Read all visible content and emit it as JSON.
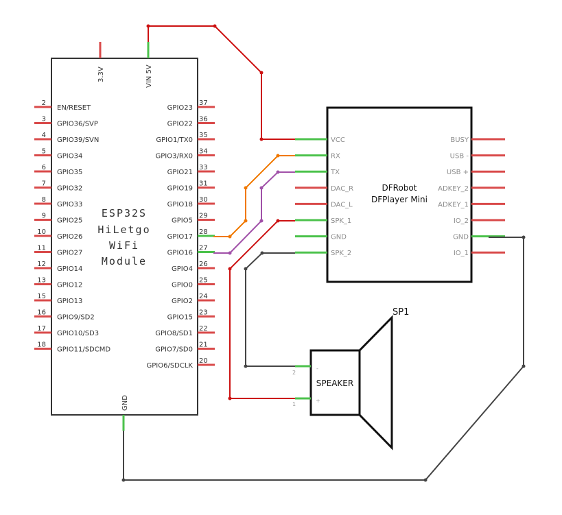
{
  "esp32": {
    "title_lines": [
      "ESP32S",
      "HiLetgo",
      "WiFi",
      "Module"
    ],
    "top_pins": [
      {
        "label": "3.3V",
        "connected": false
      },
      {
        "label": "VIN 5V",
        "connected": true
      }
    ],
    "bottom_pin": {
      "label": "GND",
      "connected": true
    },
    "left_pins": [
      {
        "num": "2",
        "label": "EN/RESET"
      },
      {
        "num": "3",
        "label": "GPIO36/SVP"
      },
      {
        "num": "4",
        "label": "GPIO39/SVN"
      },
      {
        "num": "5",
        "label": "GPIO34"
      },
      {
        "num": "6",
        "label": "GPIO35"
      },
      {
        "num": "7",
        "label": "GPIO32"
      },
      {
        "num": "8",
        "label": "GPIO33"
      },
      {
        "num": "9",
        "label": "GPIO25"
      },
      {
        "num": "10",
        "label": "GPIO26"
      },
      {
        "num": "11",
        "label": "GPIO27"
      },
      {
        "num": "12",
        "label": "GPIO14"
      },
      {
        "num": "13",
        "label": "GPIO12"
      },
      {
        "num": "15",
        "label": "GPIO13"
      },
      {
        "num": "16",
        "label": "GPIO9/SD2"
      },
      {
        "num": "17",
        "label": "GPIO10/SD3"
      },
      {
        "num": "18",
        "label": "GPIO11/SDCMD"
      }
    ],
    "right_pins": [
      {
        "num": "37",
        "label": "GPIO23",
        "connected": false
      },
      {
        "num": "36",
        "label": "GPIO22",
        "connected": false
      },
      {
        "num": "35",
        "label": "GPIO1/TX0",
        "connected": false
      },
      {
        "num": "34",
        "label": "GPIO3/RX0",
        "connected": false
      },
      {
        "num": "33",
        "label": "GPIO21",
        "connected": false
      },
      {
        "num": "31",
        "label": "GPIO19",
        "connected": false
      },
      {
        "num": "30",
        "label": "GPIO18",
        "connected": false
      },
      {
        "num": "29",
        "label": "GPIO5",
        "connected": false
      },
      {
        "num": "28",
        "label": "GPIO17",
        "connected": true
      },
      {
        "num": "27",
        "label": "GPIO16",
        "connected": true
      },
      {
        "num": "26",
        "label": "GPIO4",
        "connected": false
      },
      {
        "num": "25",
        "label": "GPIO0",
        "connected": false
      },
      {
        "num": "24",
        "label": "GPIO2",
        "connected": false
      },
      {
        "num": "23",
        "label": "GPIO15",
        "connected": false
      },
      {
        "num": "22",
        "label": "GPIO8/SD1",
        "connected": false
      },
      {
        "num": "21",
        "label": "GPIO7/SD0",
        "connected": false
      },
      {
        "num": "20",
        "label": "GPIO6/SDCLK",
        "connected": false
      }
    ]
  },
  "dfplayer": {
    "title_lines": [
      "DFRobot",
      "DFPlayer Mini"
    ],
    "left_pins": [
      {
        "label": "VCC",
        "connected": true
      },
      {
        "label": "RX",
        "connected": true
      },
      {
        "label": "TX",
        "connected": true
      },
      {
        "label": "DAC_R",
        "connected": false
      },
      {
        "label": "DAC_L",
        "connected": false
      },
      {
        "label": "SPK_1",
        "connected": true
      },
      {
        "label": "GND",
        "connected": true
      },
      {
        "label": "SPK_2",
        "connected": true
      }
    ],
    "right_pins": [
      {
        "label": "BUSY",
        "connected": false
      },
      {
        "label": "USB -",
        "connected": false
      },
      {
        "label": "USB +",
        "connected": false
      },
      {
        "label": "ADKEY_2",
        "connected": false
      },
      {
        "label": "ADKEY_1",
        "connected": false
      },
      {
        "label": "IO_2",
        "connected": false
      },
      {
        "label": "GND",
        "connected": true
      },
      {
        "label": "IO_1",
        "connected": false
      }
    ]
  },
  "speaker": {
    "ref": "SP1",
    "label": "SPEAKER",
    "pins": [
      {
        "num": "2",
        "sign": "-"
      },
      {
        "num": "1",
        "sign": "+"
      }
    ]
  },
  "colors": {
    "pin_unconnected": "#d94a4a",
    "pin_connected": "#4cc24c",
    "wire_power": "#cc1111",
    "wire_rx": "#f07800",
    "wire_tx": "#a050a8",
    "wire_gnd": "#404040",
    "outline": "#333333"
  },
  "wires": [
    {
      "name": "vin-to-vcc",
      "color": "wire_power"
    },
    {
      "name": "gpio17-to-rx",
      "color": "wire_rx"
    },
    {
      "name": "gpio16-to-tx",
      "color": "wire_tx"
    },
    {
      "name": "spk1-to-speaker-plus",
      "color": "wire_power"
    },
    {
      "name": "spk2-to-speaker-minus",
      "color": "wire_gnd"
    },
    {
      "name": "gnd-to-gnd",
      "color": "wire_gnd"
    }
  ]
}
